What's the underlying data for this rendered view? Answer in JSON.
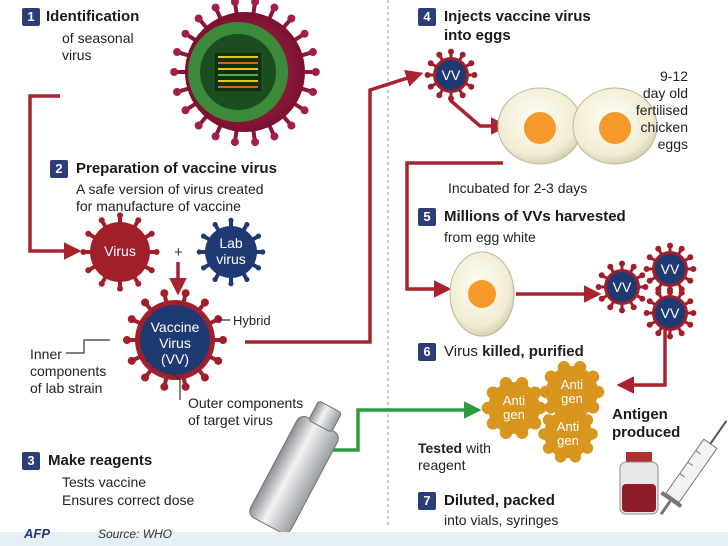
{
  "steps": [
    {
      "num": "1",
      "title": "Identification",
      "sub1": "of seasonal",
      "sub2": "virus"
    },
    {
      "num": "2",
      "title": "Preparation of vaccine virus",
      "sub1": "A safe version of virus created",
      "sub2": "for manufacture of vaccine"
    },
    {
      "num": "3",
      "title": "Make reagents",
      "sub1": "Tests vaccine",
      "sub2": "Ensures correct dose"
    },
    {
      "num": "4",
      "title": "Injects vaccine virus",
      "title2": "into eggs"
    },
    {
      "num": "5",
      "title": "Millions of VVs harvested",
      "sub1": "from egg white"
    },
    {
      "num": "6",
      "title_pre": "Virus ",
      "title_bold": "killed, purified"
    },
    {
      "num": "7",
      "title": "Diluted, packed",
      "sub1": "into vials, syringes"
    }
  ],
  "labels": {
    "virus": "Virus",
    "plus": "+",
    "lab_virus_1": "Lab",
    "lab_virus_2": "virus",
    "vaccine_1": "Vaccine",
    "vaccine_2": "Virus",
    "vaccine_3": "(VV)",
    "hybrid": "Hybrid",
    "inner_1": "Inner",
    "inner_2": "components",
    "inner_3": "of lab strain",
    "outer_1": "Outer components",
    "outer_2": "of target virus",
    "vv": "VV",
    "eggs_1": "9-12",
    "eggs_2": "day old",
    "eggs_3": "fertilised",
    "eggs_4": "chicken",
    "eggs_5": "eggs",
    "incubated": "Incubated for 2-3 days",
    "anti_1": "Anti",
    "anti_2": "gen",
    "antigen_1": "Antigen",
    "antigen_2": "produced",
    "tested_bold": "Tested",
    "tested_rest": " with",
    "reagent": "reagent",
    "afp": "AFP",
    "source": "Source: WHO"
  },
  "colors": {
    "navy": "#1f3a73",
    "red": "#a11f2a",
    "arrow_red": "#a8232f",
    "green": "#2e9b3e",
    "gold": "#d8961f",
    "yolk": "#f59a2a"
  }
}
